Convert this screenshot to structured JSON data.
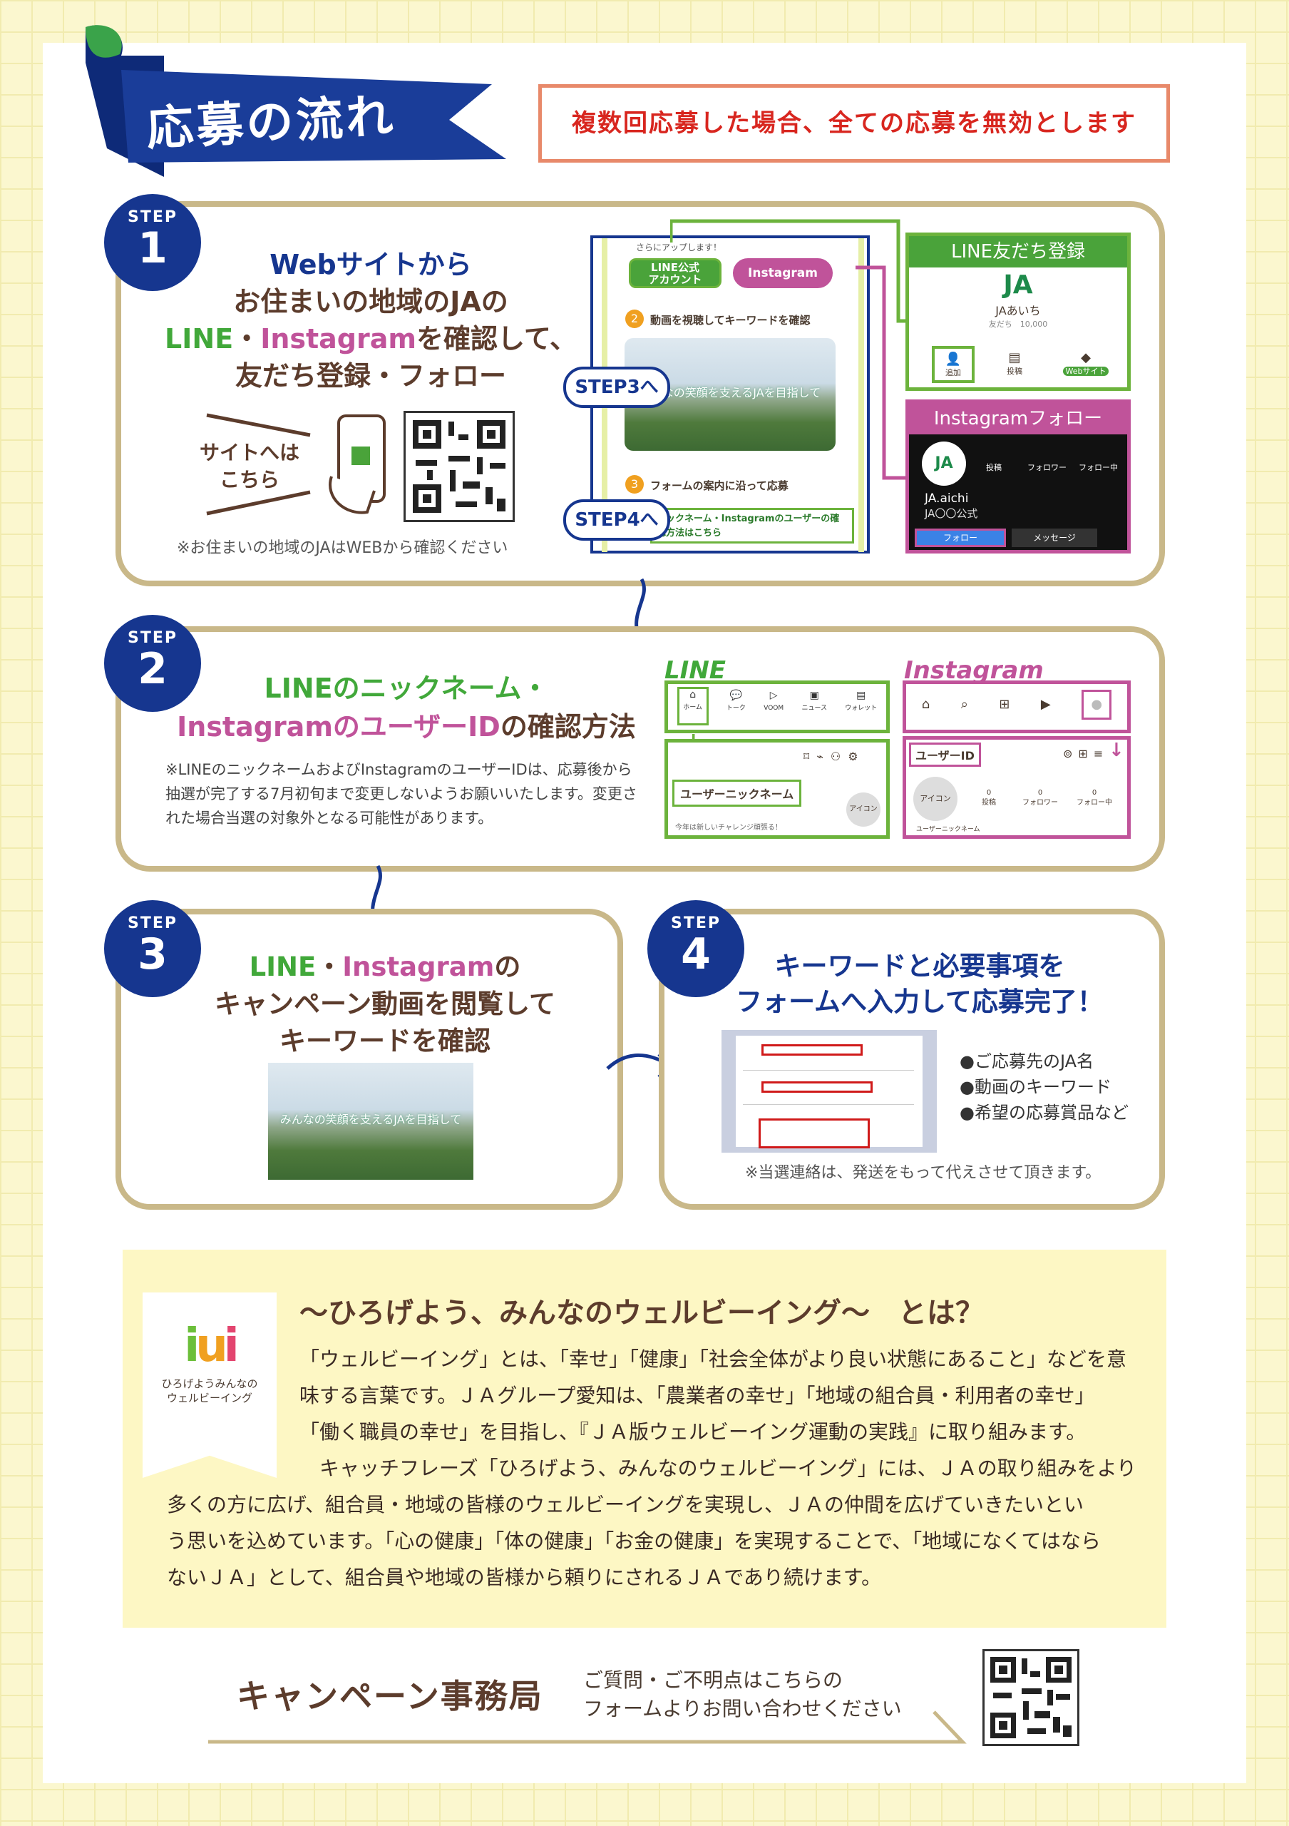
{
  "header": {
    "title": "応募の流れ",
    "warning": "複数回応募した場合、全ての応募を無効とします"
  },
  "step_label": "STEP",
  "step1": {
    "num": "1",
    "line1": "Webサイトから",
    "line2": "お住まいの地域のJAの",
    "line3_line": "LINE",
    "line3_dot": "・",
    "line3_insta": "Instagram",
    "line3_rest": "を確認して、",
    "line4": "友だち登録・フォロー",
    "site_label": "サイトへは\nこちら",
    "note": "※お住まいの地域のJAはWEBから確認ください",
    "mock": {
      "top": "さらにアップします！",
      "line_btn": "LINE公式\nアカウント",
      "insta_btn": "Instagram",
      "s2": "動画を視聴してキーワードを確認",
      "s3": "フォームの案内に沿って応募",
      "link": "ニックネーム・Instagramのユーザーの確認方法はこちら",
      "video_cap": "みんなの笑顔を支えるJAを目指して",
      "tag3": "STEP3へ",
      "tag4": "STEP4へ",
      "n2": "2",
      "n3": "3"
    },
    "line_panel": {
      "title": "LINE友だち登録",
      "logo": "JA",
      "name": "JAあいち",
      "friends": "友だち　10,000",
      "add": "追加",
      "post": "投稿",
      "web": "Webサイト"
    },
    "insta_panel": {
      "title": "Instagramフォロー",
      "posts": "投稿",
      "followers": "フォロワー",
      "following": "フォロー中",
      "name": "JA.aichi",
      "sub": "JA〇〇公式",
      "follow": "フォロー",
      "message": "メッセージ"
    }
  },
  "step2": {
    "num": "2",
    "title1": "LINEのニックネーム・",
    "title2_insta": "Instagram",
    "title2_user": "のユーザーID",
    "title2_rest": "の確認方法",
    "note": "※LINEのニックネームおよびInstagramのユーザーIDは、応募後から抽選が完了する7月初旬まで変更しないようお願いいたします。変更された場合当選の対象外となる可能性があります。",
    "line_label": "LINE",
    "insta_label": "Instagram",
    "tabs": [
      "ホーム",
      "トーク",
      "VOOM",
      "ニュース",
      "ウォレット"
    ],
    "nickname": "ユーザーニックネーム",
    "icon": "アイコン",
    "status": "今年は新しいチャレンジ頑張る！",
    "user_id": "ユーザーID",
    "i_icon": "アイコン",
    "i_posts": "投稿",
    "i_followers": "フォロワー",
    "i_following": "フォロー中",
    "i_zero": "0",
    "i_name": "ユーザーニックネーム"
  },
  "step3": {
    "num": "3",
    "line1_line": "LINE",
    "line1_dot": "・",
    "line1_insta": "Instagram",
    "line1_rest": "の",
    "line2": "キャンペーン動画を閲覧して",
    "line3": "キーワードを確認",
    "video_cap": "みんなの笑顔を支えるJAを目指して"
  },
  "step4": {
    "num": "4",
    "line1": "キーワードと必要事項を",
    "line2": "フォームへ入力して応募完了！",
    "bullets": [
      "●ご応募先のJA名",
      "●動画のキーワード",
      "●希望の応募賞品など"
    ],
    "note": "※当選連絡は、発送をもって代えさせて頂きます。"
  },
  "wellbeing": {
    "logo_text": "ひろげようみんなの\nウェルビーイング",
    "heading": "〜ひろげよう、みんなのウェルビーイング〜　とは？",
    "lines": [
      "「ウェルビーイング」とは、「幸せ」「健康」「社会全体がより良い状態にあること」などを意",
      "味する言葉です。ＪＡグループ愛知は、「農業者の幸せ」「地域の組合員・利用者の幸せ」",
      "「働く職員の幸せ」を目指し、『ＪＡ版ウェルビーイング運動の実践』に取り組みます。",
      "　キャッチフレーズ「ひろげよう、みんなのウェルビーイング」には、ＪＡの取り組みをより",
      "多くの方に広げ、組合員・地域の皆様のウェルビーイングを実現し、ＪＡの仲間を広げていきたいとい",
      "う思いを込めています。「心の健康」「体の健康」「お金の健康」を実現することで、「地域になくてはなら",
      "ないＪＡ」として、組合員や地域の皆様から頼りにされるＪＡであり続けます。"
    ]
  },
  "footer": {
    "office": "キャンペーン事務局",
    "contact1": "ご質問・ご不明点はこちらの",
    "contact2": "フォームよりお問い合わせください"
  },
  "colors": {
    "navy": "#16368f",
    "green": "#41a83a",
    "pink": "#c0539a",
    "card_border": "#c9b889",
    "warning_border": "#e8896a",
    "warning_text": "#d8261f"
  }
}
